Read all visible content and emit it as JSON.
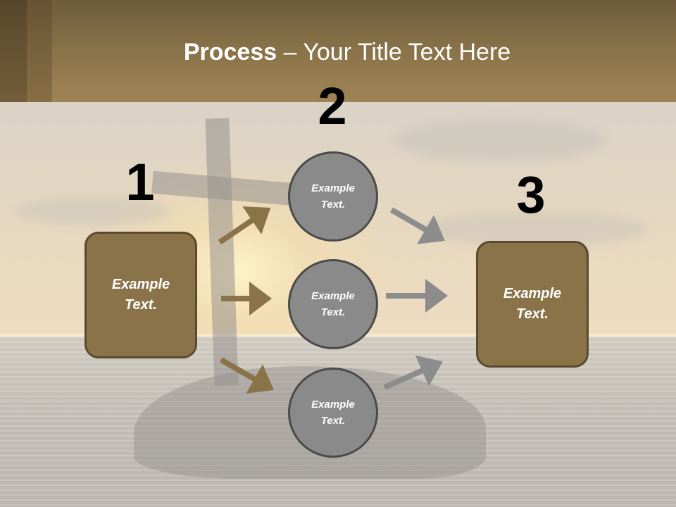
{
  "title": {
    "bold": "Process",
    "rest": " – Your Title Text Here"
  },
  "steps": [
    {
      "number": "1",
      "box_text": [
        "Example",
        "Text."
      ]
    },
    {
      "number": "2",
      "circles": [
        [
          "Example",
          "Text."
        ],
        [
          "Example",
          "Text."
        ],
        [
          "Example",
          "Text."
        ]
      ]
    },
    {
      "number": "3",
      "box_text": [
        "Example",
        "Text."
      ]
    }
  ],
  "colors": {
    "box": "#8b7349",
    "circle": "#8a8a8a",
    "arrow_brown": "#8b7349",
    "arrow_gray": "#8c8c8c",
    "header": "#8a7349"
  }
}
